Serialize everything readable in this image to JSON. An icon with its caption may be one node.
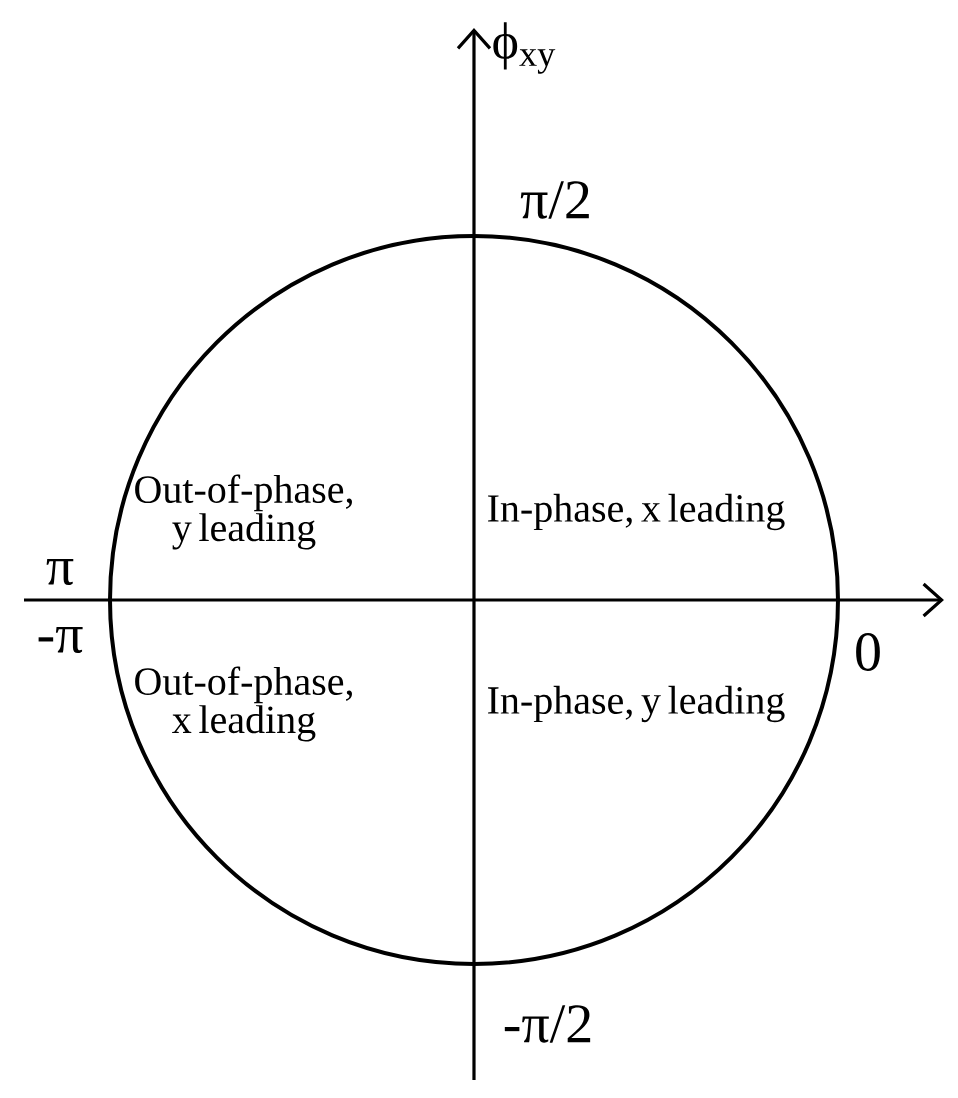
{
  "diagram": {
    "labels": [
      "ϕ$_{xy}$",
      "π/2",
      "Out-of-phase, y leading",
      "In-phase, x leading",
      "π",
      "-π",
      "0",
      "Out-of-phase, x leading",
      "In-phase, y leading",
      "-π/2"
    ]
  }
}
